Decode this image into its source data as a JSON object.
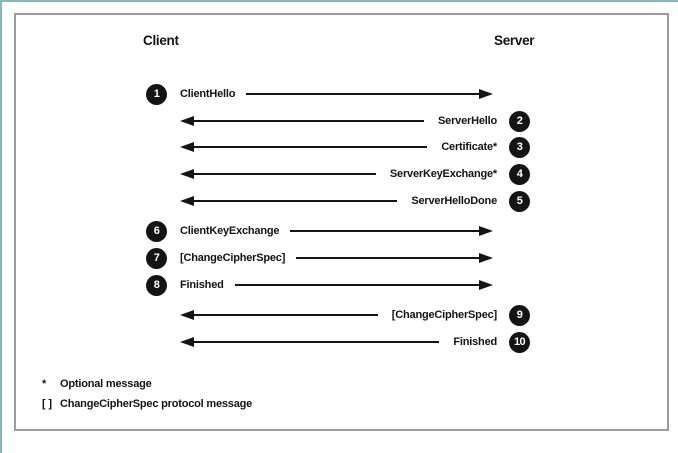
{
  "diagram": {
    "left_actor": "Client",
    "right_actor": "Server",
    "messages": [
      {
        "num": "1",
        "label": "ClientHello",
        "direction": "client-to-server"
      },
      {
        "num": "2",
        "label": "ServerHello",
        "direction": "server-to-client"
      },
      {
        "num": "3",
        "label": "Certificate*",
        "direction": "server-to-client"
      },
      {
        "num": "4",
        "label": "ServerKeyExchange*",
        "direction": "server-to-client"
      },
      {
        "num": "5",
        "label": "ServerHelloDone",
        "direction": "server-to-client"
      },
      {
        "num": "6",
        "label": "ClientKeyExchange",
        "direction": "client-to-server"
      },
      {
        "num": "7",
        "label": "[ChangeCipherSpec]",
        "direction": "client-to-server"
      },
      {
        "num": "8",
        "label": "Finished",
        "direction": "client-to-server"
      },
      {
        "num": "9",
        "label": "[ChangeCipherSpec]",
        "direction": "server-to-client"
      },
      {
        "num": "10",
        "label": "Finished",
        "direction": "server-to-client"
      }
    ],
    "legend": [
      {
        "marker": "*",
        "text": "Optional message"
      },
      {
        "marker": "[ ]",
        "text": "ChangeCipherSpec protocol message"
      }
    ],
    "colors": {
      "frame_accent": "#8cb5b7",
      "box_border": "#9c9c9c",
      "ink": "#141414",
      "badge_bg": "#141414",
      "badge_text": "#ffffff"
    }
  }
}
